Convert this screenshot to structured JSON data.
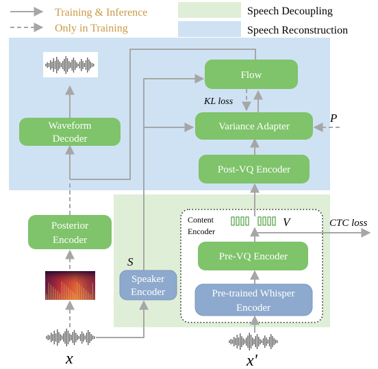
{
  "legend": {
    "solid_arrow_label": "Training & Inference",
    "dashed_arrow_label": "Only in Training",
    "green_region_label": "Speech Decoupling",
    "blue_region_label": "Speech Reconstruction"
  },
  "modules": {
    "flow": "Flow",
    "variance_adapter": "Variance Adapter",
    "post_vq_encoder": "Post-VQ Encoder",
    "waveform_decoder_line1": "Waveform",
    "waveform_decoder_line2": "Decoder",
    "posterior_encoder_line1": "Posterior",
    "posterior_encoder_line2": "Encoder",
    "pre_vq_encoder": "Pre-VQ Encoder",
    "whisper_encoder_line1": "Pre-trained Whisper",
    "whisper_encoder_line2": "Encoder",
    "speaker_encoder_line1": "Speaker",
    "speaker_encoder_line2": "Encoder",
    "content_encoder_line1": "Content",
    "content_encoder_line2": "Encoder"
  },
  "annotations": {
    "kl_loss": "KL loss",
    "ctc_loss": "CTC loss",
    "p": "P",
    "v": "V",
    "s": "S",
    "x": "x",
    "x_prime": "x'"
  },
  "colors": {
    "legend_text": "#c89a46",
    "arrow": "#a6a6a6",
    "green_box": "#7fc36a",
    "green_region": "#dfeed6",
    "blue_region": "#cfe2f3",
    "blue_box": "#8da9cd"
  }
}
